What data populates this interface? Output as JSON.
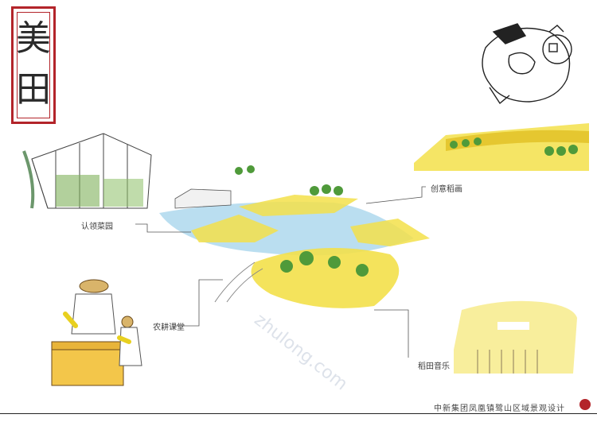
{
  "title": {
    "char1": "美",
    "char2": "田"
  },
  "labels": {
    "vegetable_garden": "认领菜园",
    "creative_rice_painting": "创意稻画",
    "farming_classroom": "农耕课堂",
    "rice_field_music": "稻田音乐"
  },
  "watermark": "zhulong.com",
  "footer": {
    "credit": "中新集团凤凰镇鹭山区域景观设计"
  },
  "colors": {
    "frame_red": "#b3242a",
    "field_yellow": "#f3e04a",
    "water_blue": "#a9d6ec",
    "tree_green": "#4f9a3a"
  }
}
